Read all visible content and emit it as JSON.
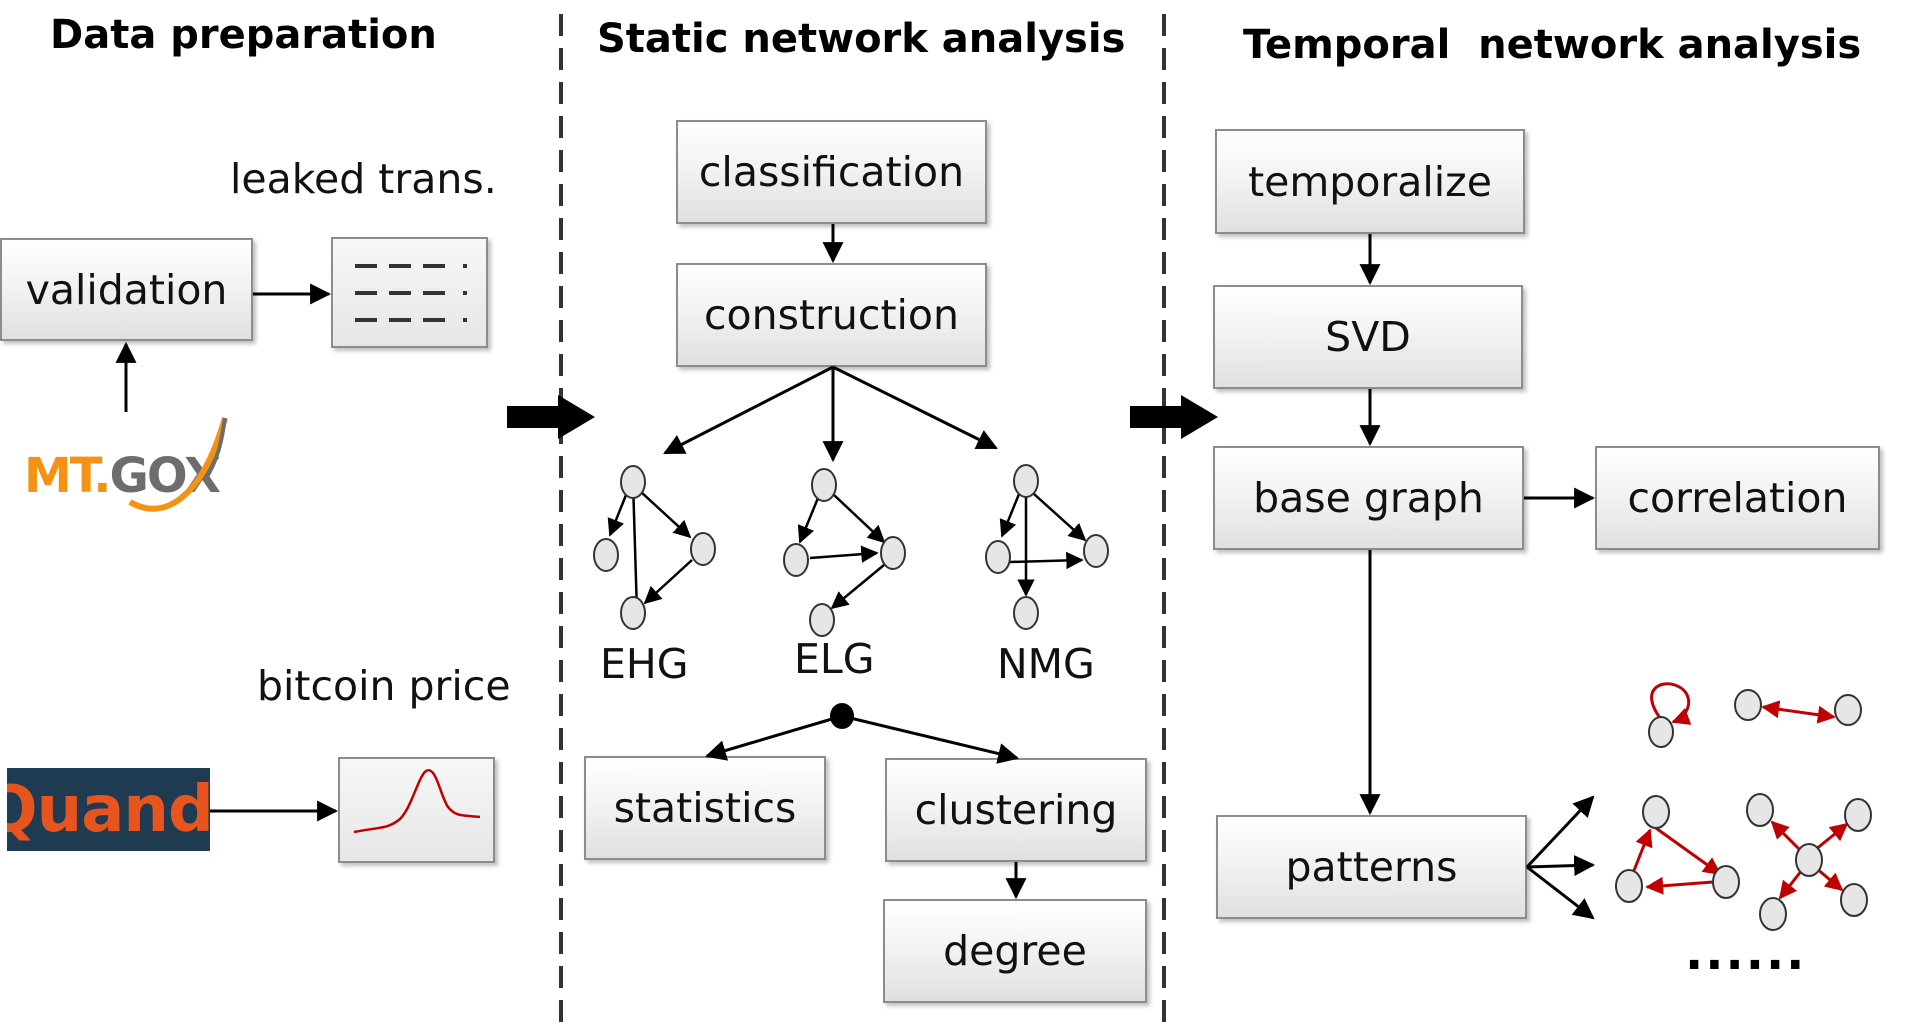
{
  "sections": {
    "data_preparation": "Data preparation",
    "static_analysis": "Static network analysis",
    "temporal_analysis": "Temporal  network analysis"
  },
  "data_prep": {
    "leaked_label": "leaked trans.",
    "validation": "validation",
    "mtgox_logo_left": "MT.",
    "mtgox_logo_right": "GOX",
    "price_label": "bitcoin price",
    "quandl_logo": "Quandl"
  },
  "static": {
    "classification": "classification",
    "construction": "construction",
    "graphs": [
      "EHG",
      "ELG",
      "NMG"
    ],
    "statistics": "statistics",
    "clustering": "clustering",
    "degree": "degree"
  },
  "temporal": {
    "temporalize": "temporalize",
    "svd": "SVD",
    "base_graph": "base graph",
    "correlation": "correlation",
    "patterns": "patterns",
    "more": "......"
  },
  "colors": {
    "arrow": "#000000",
    "pattern_red": "#c00000",
    "node_fill": "#e6e6e6",
    "price_curve": "#c00000",
    "mtgox_orange": "#f39214",
    "mtgox_gray": "#6d6d6d",
    "quandl_bg": "#1e3b52",
    "quandl_text": "#e7541e"
  }
}
